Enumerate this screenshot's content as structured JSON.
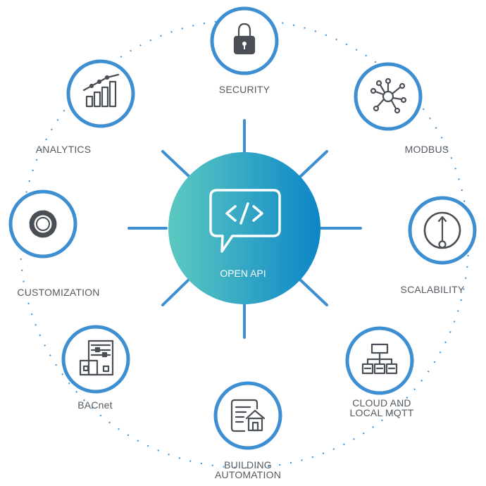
{
  "center": {
    "label": "OPEN API",
    "icon": "code-chat-icon"
  },
  "nodes": [
    {
      "key": "security",
      "label": "SECURITY",
      "icon": "padlock-icon"
    },
    {
      "key": "modbus",
      "label": "MODBUS",
      "icon": "network-hub-icon"
    },
    {
      "key": "scalability",
      "label": "SCALABILITY",
      "icon": "gauge-icon"
    },
    {
      "key": "cloud",
      "label": "CLOUD   AND\nLOCAL MQTT",
      "icon": "hierarchy-icon"
    },
    {
      "key": "building",
      "label": "BUILDING\nAUTOMATION",
      "icon": "building-document-icon"
    },
    {
      "key": "bacnet",
      "label": "BACnet",
      "icon": "building-controls-icon"
    },
    {
      "key": "customization",
      "label": "CUSTOMIZATION",
      "icon": "gear-icon"
    },
    {
      "key": "analytics",
      "label": "ANALYTICS",
      "icon": "bar-chart-icon"
    }
  ],
  "colors": {
    "ring": "#3d8fd1",
    "ray": "#3d8fd1",
    "gradient_start": "#5cc9c0",
    "gradient_end": "#0d86c8",
    "icon": "#4a4f55",
    "label": "#555a60"
  }
}
